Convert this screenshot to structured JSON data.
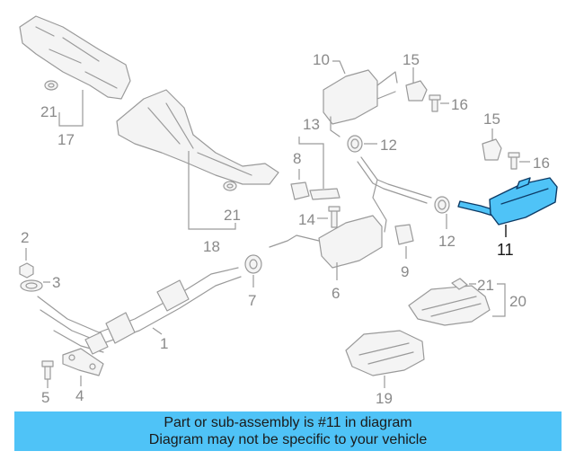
{
  "labels": {
    "p1": "1",
    "p2": "2",
    "p3": "3",
    "p4": "4",
    "p5": "5",
    "p6": "6",
    "p7": "7",
    "p8": "8",
    "p9": "9",
    "p10": "10",
    "p11": "11",
    "p12a": "12",
    "p12b": "12",
    "p13": "13",
    "p14": "14",
    "p15a": "15",
    "p15b": "15",
    "p16a": "16",
    "p16b": "16",
    "p17": "17",
    "p18": "18",
    "p19": "19",
    "p20": "20",
    "p21a": "21",
    "p21b": "21",
    "p21c": "21"
  },
  "banner": {
    "line1": "Part or sub-assembly is #11 in diagram",
    "line2": "Diagram may not be specific to your vehicle"
  },
  "colors": {
    "highlight": "#4fc3f7",
    "line": "#9a9a9a"
  }
}
